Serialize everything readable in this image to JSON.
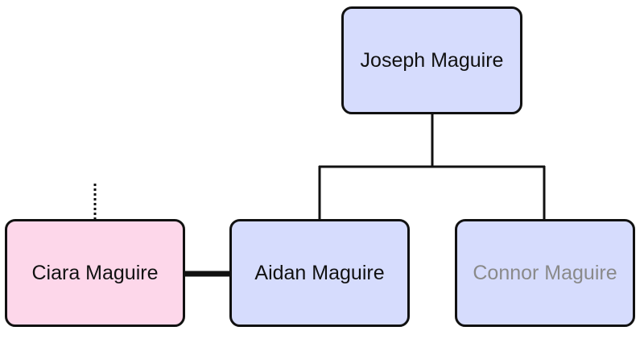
{
  "people": {
    "joseph": {
      "name": "Joseph Maguire",
      "gender": "male"
    },
    "ciara": {
      "name": "Ciara Maguire",
      "gender": "female"
    },
    "aidan": {
      "name": "Aidan Maguire",
      "gender": "male"
    },
    "connor": {
      "name": "Connor Maguire",
      "gender": "male",
      "dimmed": true
    }
  },
  "colors": {
    "male_fill": "#d6dcfd",
    "female_fill": "#fdd7ea",
    "border": "#111111",
    "dim_text": "#8a8a8a"
  }
}
